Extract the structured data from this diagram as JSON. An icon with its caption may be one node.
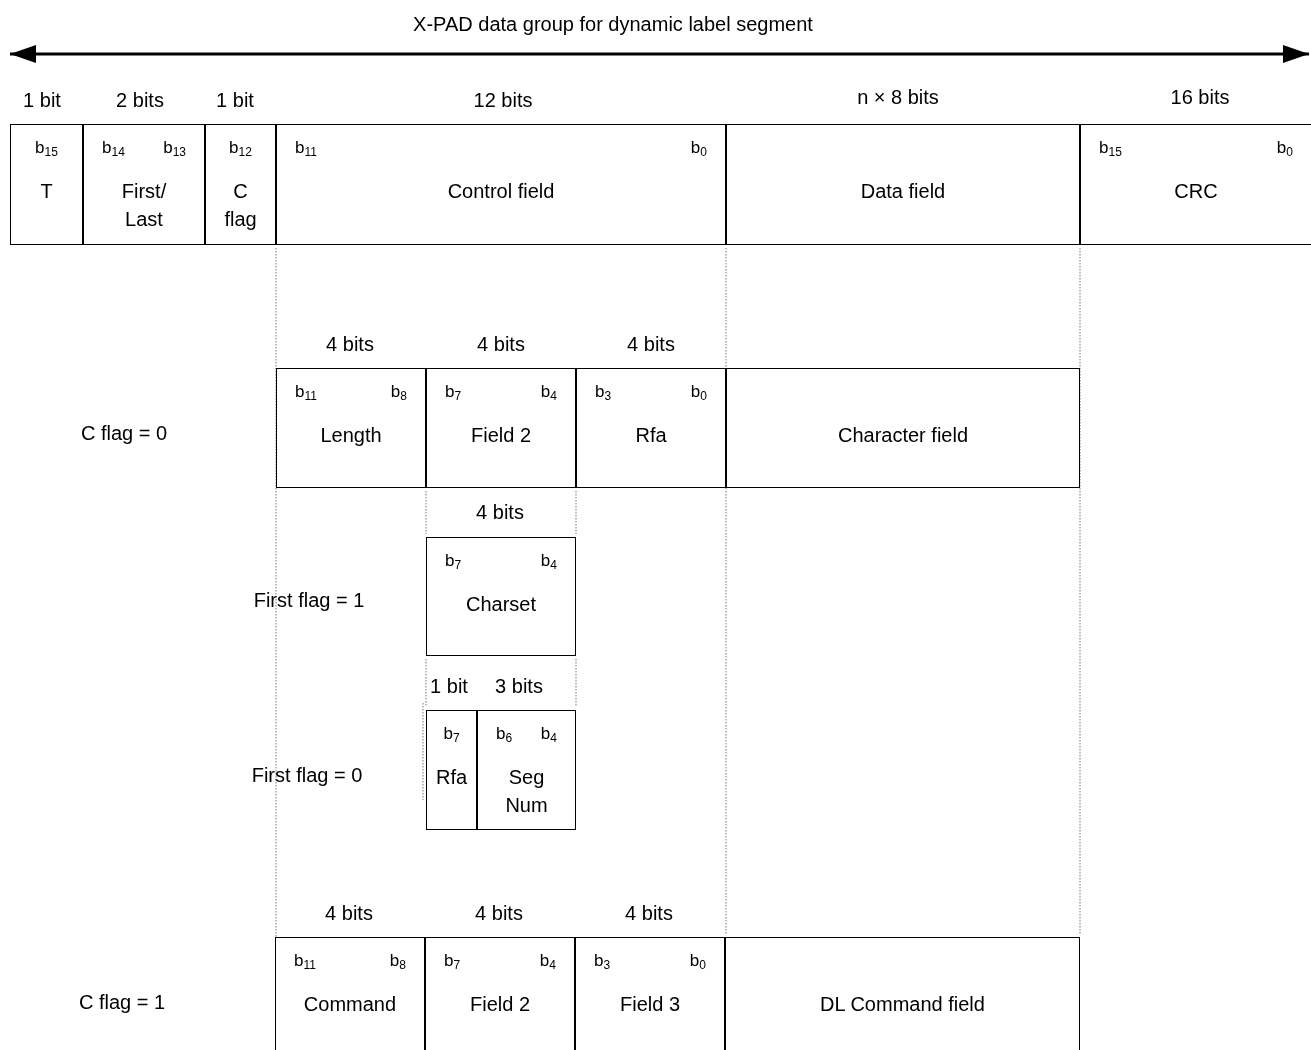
{
  "diagram": {
    "title": "X-PAD data group for dynamic label segment",
    "nodes": [
      {
        "text": [
          "b$_{15}$",
          "T"
        ]
      },
      {
        "text": [
          "b$_{14}$",
          "b$_{13}$",
          "First/ Last"
        ]
      },
      {
        "text": [
          "b$_{12}$",
          "C flag"
        ]
      },
      {
        "text": [
          "b$_{11}$",
          "b$_{0}$",
          "Control field"
        ]
      },
      {
        "text": [
          "Data field"
        ]
      },
      {
        "text": [
          "b$_{15}$",
          "b$_{0}$",
          "CRC"
        ]
      },
      {
        "text": [
          "b$_{11}$",
          "b$_{8}$",
          "Length"
        ]
      },
      {
        "text": [
          "b$_{7}$",
          "b$_{4}$",
          "Field 2"
        ]
      },
      {
        "text": [
          "b$_{3}$",
          "b$_{0}$",
          "Rfa"
        ]
      },
      {
        "text": [
          "Character field"
        ]
      },
      {
        "text": [
          "b$_{7}$",
          "b$_{4}$",
          "Charset"
        ]
      },
      {
        "text": [
          "b$_{7}$",
          "Rfa"
        ]
      },
      {
        "text": [
          "b$_{6}$",
          "b$_{4}$",
          "Seg Num"
        ]
      },
      {
        "text": [
          "b$_{11}$",
          "b$_{8}$",
          "Command"
        ]
      },
      {
        "text": [
          "b$_{7}$",
          "b$_{4}$",
          "Field 2"
        ]
      },
      {
        "text": [
          "b$_{3}$",
          "b$_{0}$",
          "Field 3"
        ]
      },
      {
        "text": [
          "DL Command field"
        ]
      }
    ],
    "edges": [],
    "labels": [
      "1 bit",
      "2 bits",
      "1 bit",
      "12 bits",
      "n × 8 bits",
      "16 bits",
      "4 bits",
      "4 bits",
      "4 bits",
      "C flag = 0",
      "4 bits",
      "First flag = 1",
      "1 bit",
      "3 bits",
      "First flag = 0",
      "4 bits",
      "4 bits",
      "4 bits",
      "C flag = 1"
    ]
  }
}
